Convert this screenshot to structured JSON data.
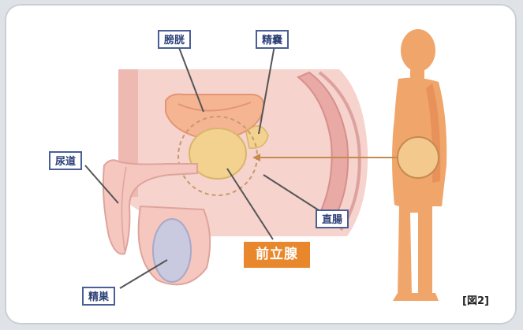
{
  "labels": {
    "bladder": "膀胱",
    "seminal_vesicle": "精嚢",
    "urethra": "尿道",
    "rectum": "直腸",
    "prostate": "前立腺",
    "testis": "精巣"
  },
  "figure_label": "[図2]",
  "colors": {
    "label_border": "#4a5f95",
    "label_text": "#2b3f78",
    "prostate_label_bg": "#e8872c",
    "body_silhouette": "#f0a56b",
    "tissue_pink": "#f3c9c2",
    "bladder": "#f5b593",
    "prostate_gland": "#f3d28f"
  }
}
